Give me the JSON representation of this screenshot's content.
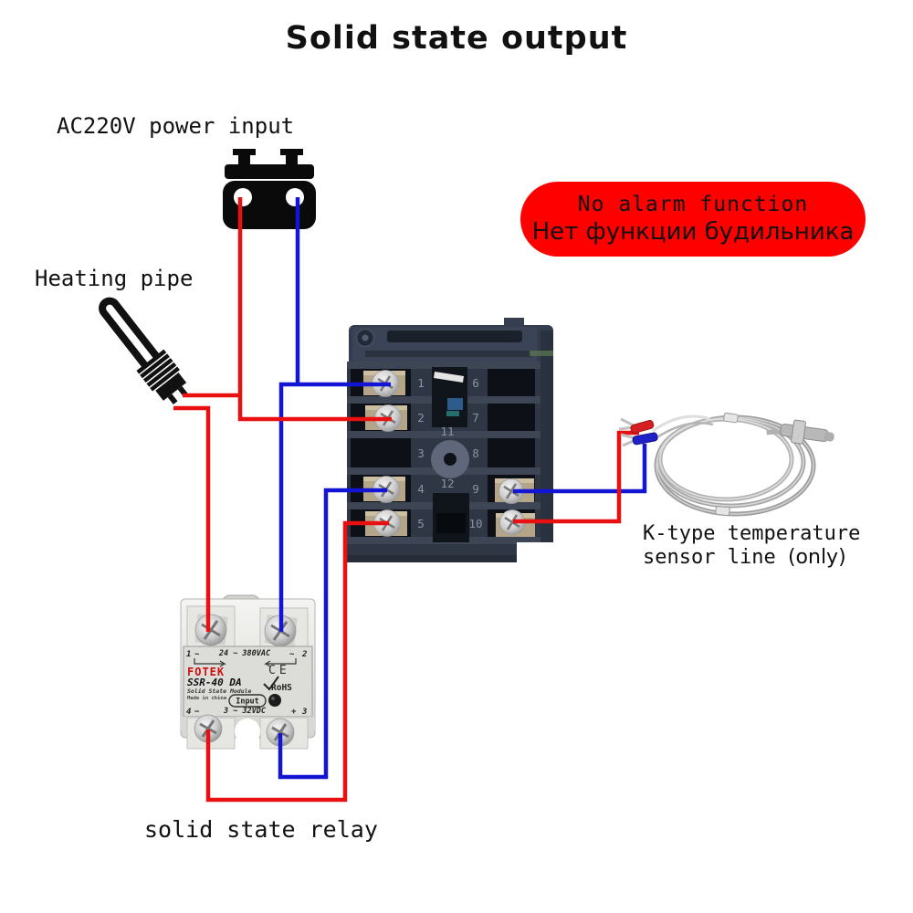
{
  "title": "Solid state output",
  "power_input": {
    "label": "AC220V power input"
  },
  "heating_pipe": {
    "label": "Heating pipe"
  },
  "banner": {
    "line1": "No alarm function",
    "line2": "Нет функции будильника",
    "bg": "#fe0000"
  },
  "sensor": {
    "line1": "K-type temperature",
    "line2": "sensor line",
    "line2_suffix": "(only)"
  },
  "ssr_caption": "solid state relay",
  "controller": {
    "left_terminals": [
      "1",
      "2",
      "3",
      "4",
      "5"
    ],
    "right_terminals": [
      "6",
      "7",
      "8",
      "9",
      "10"
    ],
    "middle_terminals": [
      "11",
      "12"
    ]
  },
  "ssr": {
    "corner_1": "1",
    "corner_2": "2",
    "corner_3": "3",
    "corner_4": "4",
    "tilde": "~",
    "minus": "−",
    "plus": "+",
    "ac_rating": "24 ~ 380VAC",
    "brand": "FOTEK",
    "ce": "CE",
    "model": "SSR-40 DA",
    "module": "Solid State Module",
    "rohs": "RoHS",
    "made_in": "Made in china",
    "input_label": "Input",
    "dc_rating": "3 ~ 32VDC"
  },
  "wires": {
    "live": "#e81010",
    "neutral": "#1414d4"
  }
}
